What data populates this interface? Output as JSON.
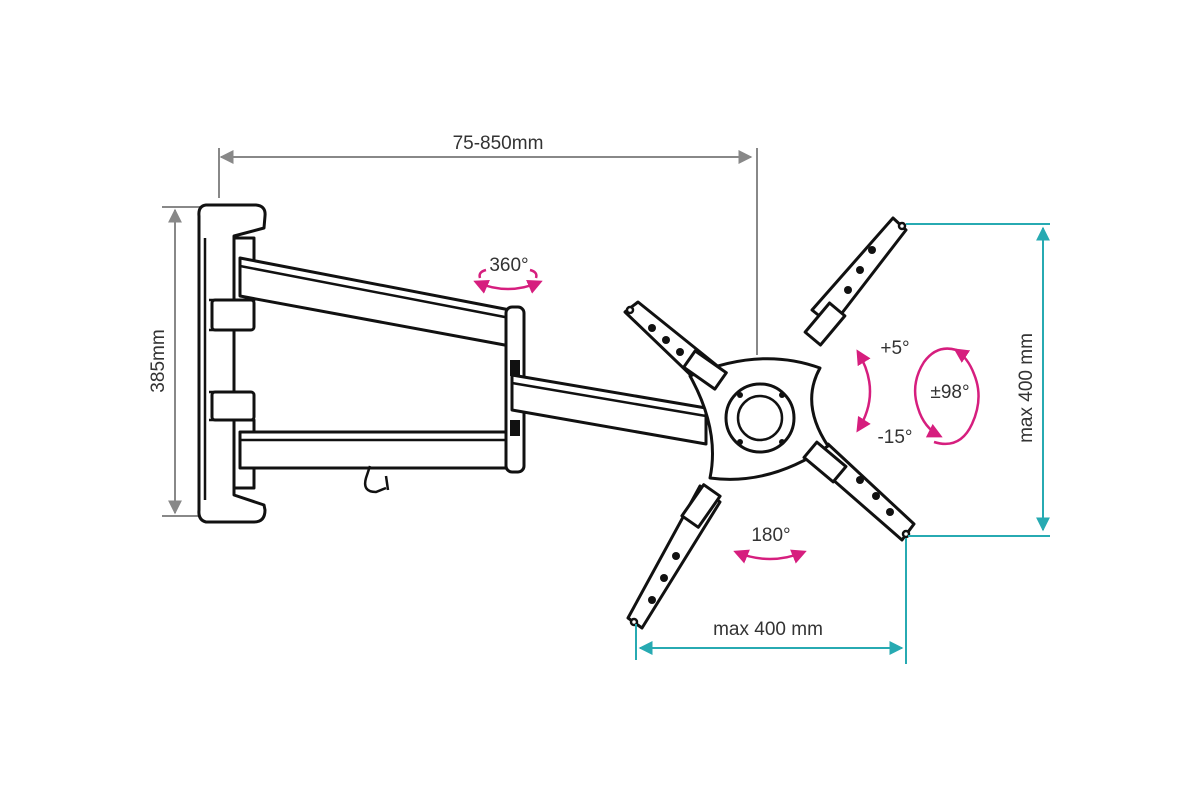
{
  "colors": {
    "line_art": "#111111",
    "dimension_gray": "#888888",
    "dimension_teal": "#27aab2",
    "rotation_magenta": "#d61e7e",
    "text": "#333333",
    "background": "#ffffff"
  },
  "dimensions": {
    "extension": "75-850mm",
    "wall_plate_height": "385mm",
    "vesa_vertical": "max 400 mm",
    "vesa_horizontal": "max 400 mm"
  },
  "rotations": {
    "arm_swivel": "360°",
    "tilt_up": "+5°",
    "tilt_down": "-15°",
    "swivel": "±98°",
    "plate_rotation": "180°"
  }
}
